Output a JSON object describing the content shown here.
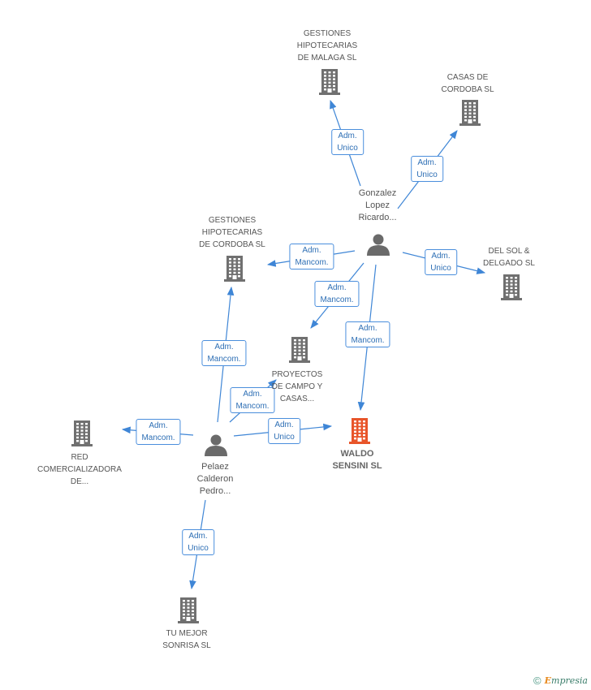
{
  "colors": {
    "edge": "#3f86d6",
    "building": "#707070",
    "main_building": "#e8552a",
    "person": "#6a6a6a"
  },
  "nodes": [
    {
      "id": "gest_malaga",
      "kind": "company",
      "lines": [
        "GESTIONES",
        "HIPOTECARIAS",
        "DE MALAGA SL"
      ]
    },
    {
      "id": "casas_cordoba",
      "kind": "company",
      "lines": [
        "CASAS DE",
        "CORDOBA SL"
      ]
    },
    {
      "id": "gonzalez",
      "kind": "person",
      "lines": [
        "Gonzalez",
        "Lopez",
        "Ricardo..."
      ]
    },
    {
      "id": "gest_cordoba",
      "kind": "company",
      "lines": [
        "GESTIONES",
        "HIPOTECARIAS",
        "DE CORDOBA SL"
      ]
    },
    {
      "id": "del_sol",
      "kind": "company",
      "lines": [
        "DEL SOL &",
        "DELGADO SL"
      ]
    },
    {
      "id": "proyectos",
      "kind": "company",
      "lines": [
        "PROYECTOS",
        "DE CAMPO Y",
        "CASAS..."
      ]
    },
    {
      "id": "waldo",
      "kind": "main",
      "lines": [
        "WALDO",
        "SENSINI SL"
      ]
    },
    {
      "id": "red",
      "kind": "company",
      "lines": [
        "RED",
        "COMERCIALIZADORA",
        "DE..."
      ]
    },
    {
      "id": "pelaez",
      "kind": "person",
      "lines": [
        "Pelaez",
        "Calderon",
        "Pedro..."
      ]
    },
    {
      "id": "tu_mejor",
      "kind": "company",
      "lines": [
        "TU MEJOR",
        "SONRISA SL"
      ]
    }
  ],
  "edges": [
    {
      "id": "e1",
      "lines": [
        "Adm.",
        "Unico"
      ]
    },
    {
      "id": "e2",
      "lines": [
        "Adm.",
        "Unico"
      ]
    },
    {
      "id": "e3",
      "lines": [
        "Adm.",
        "Mancom."
      ]
    },
    {
      "id": "e4",
      "lines": [
        "Adm.",
        "Unico"
      ]
    },
    {
      "id": "e5",
      "lines": [
        "Adm.",
        "Mancom."
      ]
    },
    {
      "id": "e6",
      "lines": [
        "Adm.",
        "Mancom."
      ]
    },
    {
      "id": "e7",
      "lines": [
        "Adm.",
        "Mancom."
      ]
    },
    {
      "id": "e8",
      "lines": [
        "Adm.",
        "Mancom."
      ]
    },
    {
      "id": "e9",
      "lines": [
        "Adm.",
        "Unico"
      ]
    },
    {
      "id": "e10",
      "lines": [
        "Adm.",
        "Mancom."
      ]
    },
    {
      "id": "e11",
      "lines": [
        "Adm.",
        "Unico"
      ]
    }
  ],
  "footer": {
    "copyright": "©",
    "brand_initial": "E",
    "brand_rest": "mpresia"
  }
}
